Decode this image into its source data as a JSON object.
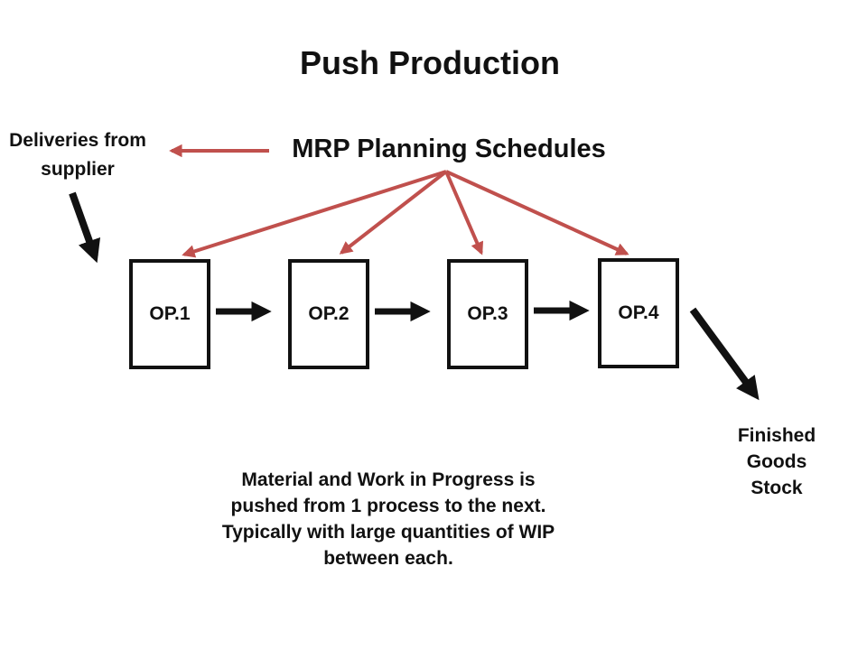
{
  "title": "Push Production",
  "colors": {
    "red": "#C0504D",
    "black": "#111111"
  },
  "labels": {
    "mrp": "MRP Planning Schedules",
    "deliveries": {
      "lines": [
        "Deliveries from",
        "supplier"
      ]
    },
    "finished_goods": {
      "lines": [
        "Finished",
        "Goods",
        "Stock"
      ]
    }
  },
  "boxes": [
    {
      "id": "op1",
      "label": "OP.1"
    },
    {
      "id": "op2",
      "label": "OP.2"
    },
    {
      "id": "op3",
      "label": "OP.3"
    },
    {
      "id": "op4",
      "label": "OP.4"
    }
  ],
  "caption": {
    "lines": [
      "Material and Work in Progress is",
      "pushed from 1 process to the next.",
      "Typically with large quantities of WIP",
      "between each."
    ]
  },
  "edges": [
    {
      "from": "mrp-planning-schedules",
      "to": "deliveries-from-supplier",
      "color": "red"
    },
    {
      "from": "mrp-planning-schedules",
      "to": "op1",
      "color": "red"
    },
    {
      "from": "mrp-planning-schedules",
      "to": "op2",
      "color": "red"
    },
    {
      "from": "mrp-planning-schedules",
      "to": "op3",
      "color": "red"
    },
    {
      "from": "mrp-planning-schedules",
      "to": "op4",
      "color": "red"
    },
    {
      "from": "deliveries-from-supplier",
      "to": "op1",
      "color": "black"
    },
    {
      "from": "op1",
      "to": "op2",
      "color": "black"
    },
    {
      "from": "op2",
      "to": "op3",
      "color": "black"
    },
    {
      "from": "op3",
      "to": "op4",
      "color": "black"
    },
    {
      "from": "op4",
      "to": "finished-goods-stock",
      "color": "black"
    }
  ]
}
